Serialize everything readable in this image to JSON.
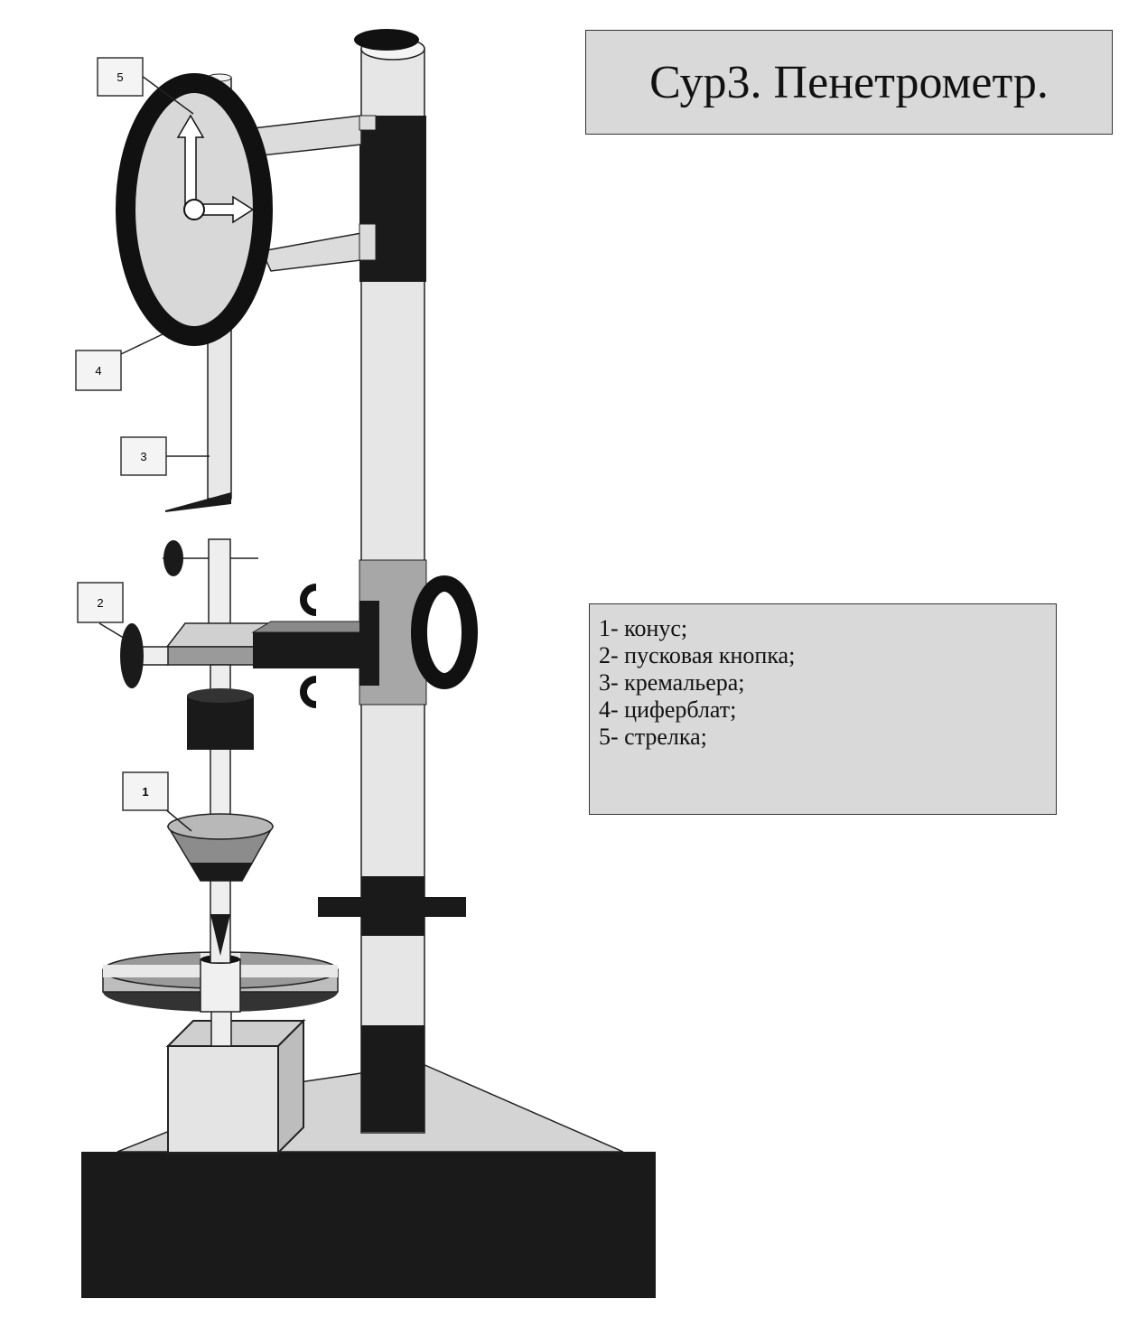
{
  "title": "Сур3. Пенетрометр.",
  "callouts": [
    "1",
    "2",
    "3",
    "4",
    "5"
  ],
  "legend": [
    "1- конус;",
    "2- пусковая кнопка;",
    "3- кремальера;",
    "4- циферблат;",
    "5- стрелка;"
  ],
  "colors": {
    "dark": "#1a1a1a",
    "mid": "#8f8f8f",
    "light": "#d4d4d4",
    "pale": "#ececec"
  }
}
